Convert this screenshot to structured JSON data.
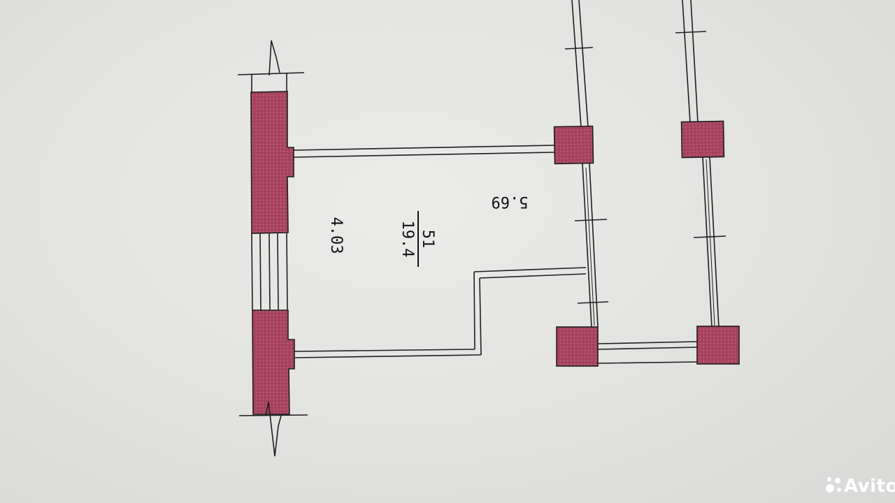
{
  "plan": {
    "room_number": "51",
    "room_area": "19.4",
    "dim_short": "4.03",
    "dim_long": "5.69"
  },
  "watermark": {
    "brand": "Avito",
    "icon": "avito-dots-icon"
  },
  "colors": {
    "masonry": "#a8445f",
    "line": "#1e1e1e",
    "paper": "#e3e4e2"
  }
}
